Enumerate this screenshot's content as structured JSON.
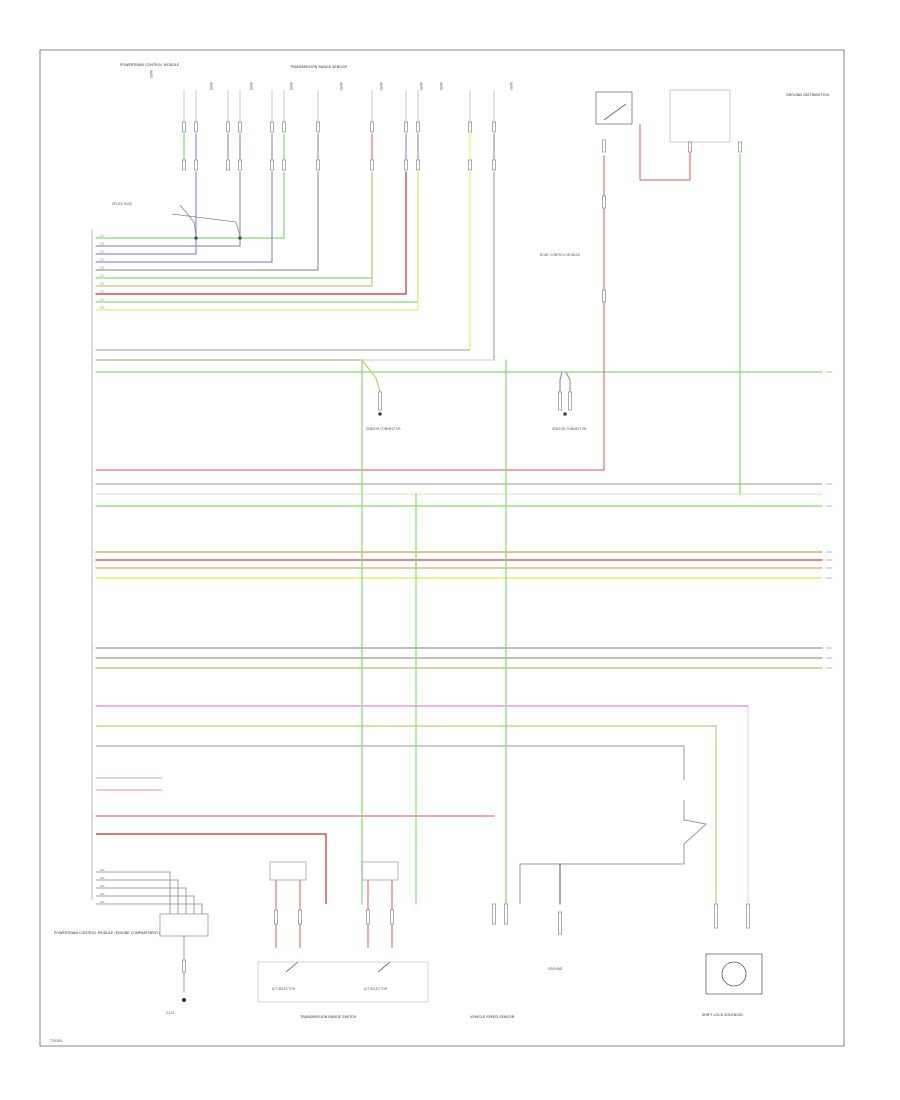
{
  "colors": {
    "green": "#7ee06a",
    "red": "#f07070",
    "yellow": "#ecec66",
    "blue": "#8c8cf0",
    "gray": "#9a9a9a",
    "pink": "#ee80ee",
    "tan": "#d6c07a",
    "dkred": "#c03030",
    "border": "#888888"
  },
  "harness": {
    "top_left_label": "POWERTRAIN CONTROL MODULE",
    "top_mid_label": "TRANSMISSION RANGE SENSOR",
    "top_right_label": "GROUND DISTRIBUTION",
    "bcm_label": "BODY CONTROL MODULE",
    "sensor_left": "SENSOR CONNECTOR",
    "sensor_mid": "SENSOR CONNECTOR",
    "pcm_bottom": "POWERTRAIN CONTROL MODULE (ENGINE COMPARTMENT)",
    "splice_left": "SPLICE PACK",
    "switch_a": "A/T SELECTOR",
    "switch_b": "A/T SELECTOR",
    "trans_sw": "TRANSMISSION RANGE SWITCH",
    "vss": "VEHICLE SPEED SENSOR",
    "ground": "GROUND",
    "motor": "SHIFT LOCK SOLENOID",
    "ground_point": "G101",
    "figure_code": "T20385"
  }
}
